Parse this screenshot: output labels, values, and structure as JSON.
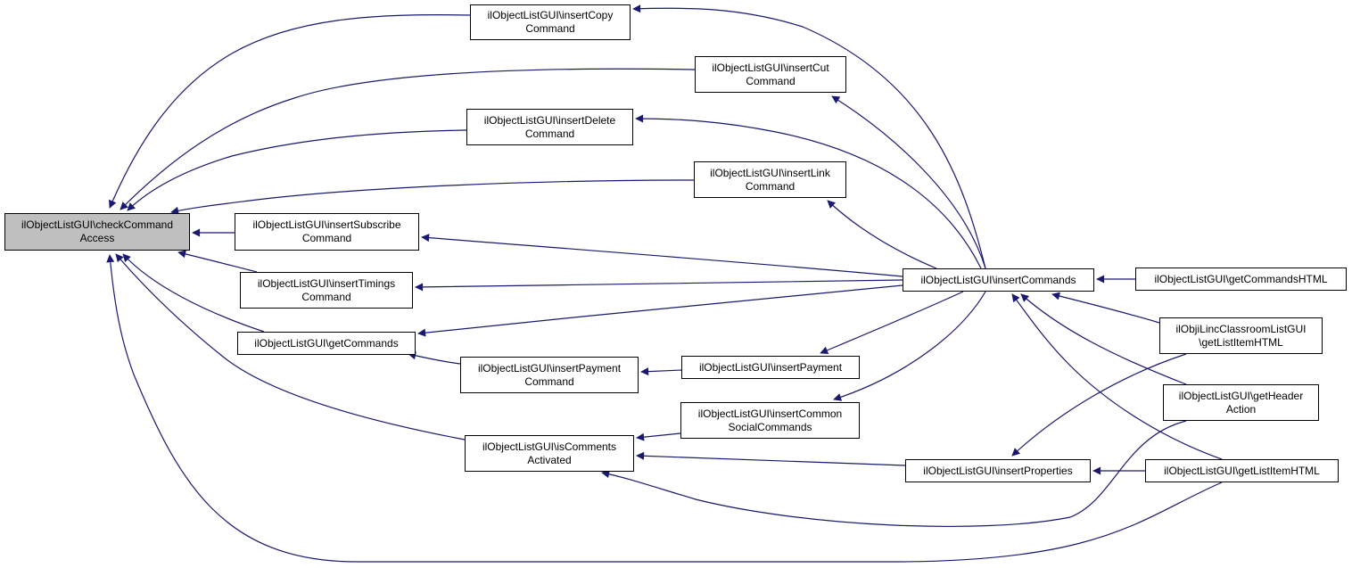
{
  "graph": {
    "type": "doxygen-caller-graph",
    "edge_color": "#191970",
    "root_fill": "#bfbfbf",
    "nodes": [
      {
        "id": "checkCommandAccess",
        "lines": [
          "ilObjectListGUI\\checkCommand",
          "Access"
        ],
        "root": true
      },
      {
        "id": "insertCopyCommand",
        "lines": [
          "ilObjectListGUI\\insertCopy",
          "Command"
        ]
      },
      {
        "id": "insertCutCommand",
        "lines": [
          "ilObjectListGUI\\insertCut",
          "Command"
        ]
      },
      {
        "id": "insertDeleteCommand",
        "lines": [
          "ilObjectListGUI\\insertDelete",
          "Command"
        ]
      },
      {
        "id": "insertLinkCommand",
        "lines": [
          "ilObjectListGUI\\insertLink",
          "Command"
        ]
      },
      {
        "id": "insertSubscribeCommand",
        "lines": [
          "ilObjectListGUI\\insertSubscribe",
          "Command"
        ]
      },
      {
        "id": "insertTimingsCommand",
        "lines": [
          "ilObjectListGUI\\insertTimings",
          "Command"
        ]
      },
      {
        "id": "getCommands",
        "lines": [
          "ilObjectListGUI\\getCommands"
        ]
      },
      {
        "id": "insertPaymentCommand",
        "lines": [
          "ilObjectListGUI\\insertPayment",
          "Command"
        ]
      },
      {
        "id": "insertPayment",
        "lines": [
          "ilObjectListGUI\\insertPayment"
        ]
      },
      {
        "id": "insertCommonSocialCommands",
        "lines": [
          "ilObjectListGUI\\insertCommon",
          "SocialCommands"
        ]
      },
      {
        "id": "isCommentsActivated",
        "lines": [
          "ilObjectListGUI\\isComments",
          "Activated"
        ]
      },
      {
        "id": "insertCommands",
        "lines": [
          "ilObjectListGUI\\insertCommands"
        ]
      },
      {
        "id": "insertProperties",
        "lines": [
          "ilObjectListGUI\\insertProperties"
        ]
      },
      {
        "id": "getCommandsHTML",
        "lines": [
          "ilObjectListGUI\\getCommandsHTML"
        ]
      },
      {
        "id": "iLincGetListItemHTML",
        "lines": [
          "ilObjiLincClassroomListGUI",
          "\\getListItemHTML"
        ]
      },
      {
        "id": "getHeaderAction",
        "lines": [
          "ilObjectListGUI\\getHeader",
          "Action"
        ]
      },
      {
        "id": "getListItemHTML",
        "lines": [
          "ilObjectListGUI\\getListItemHTML"
        ]
      }
    ],
    "edges": [
      {
        "from": "insertCopyCommand",
        "to": "checkCommandAccess"
      },
      {
        "from": "insertCutCommand",
        "to": "checkCommandAccess"
      },
      {
        "from": "insertDeleteCommand",
        "to": "checkCommandAccess"
      },
      {
        "from": "insertLinkCommand",
        "to": "checkCommandAccess"
      },
      {
        "from": "insertSubscribeCommand",
        "to": "checkCommandAccess"
      },
      {
        "from": "insertTimingsCommand",
        "to": "checkCommandAccess"
      },
      {
        "from": "getCommands",
        "to": "checkCommandAccess"
      },
      {
        "from": "isCommentsActivated",
        "to": "checkCommandAccess"
      },
      {
        "from": "getListItemHTML",
        "to": "checkCommandAccess"
      },
      {
        "from": "insertCommands",
        "to": "insertCopyCommand"
      },
      {
        "from": "insertCommands",
        "to": "insertCutCommand"
      },
      {
        "from": "insertCommands",
        "to": "insertDeleteCommand"
      },
      {
        "from": "insertCommands",
        "to": "insertLinkCommand"
      },
      {
        "from": "insertCommands",
        "to": "insertSubscribeCommand"
      },
      {
        "from": "insertCommands",
        "to": "insertTimingsCommand"
      },
      {
        "from": "insertCommands",
        "to": "getCommands"
      },
      {
        "from": "insertCommands",
        "to": "insertPayment"
      },
      {
        "from": "insertCommands",
        "to": "insertCommonSocialCommands"
      },
      {
        "from": "insertPaymentCommand",
        "to": "getCommands"
      },
      {
        "from": "insertPayment",
        "to": "insertPaymentCommand"
      },
      {
        "from": "insertCommonSocialCommands",
        "to": "isCommentsActivated"
      },
      {
        "from": "insertProperties",
        "to": "isCommentsActivated"
      },
      {
        "from": "getHeaderAction",
        "to": "isCommentsActivated"
      },
      {
        "from": "getCommandsHTML",
        "to": "insertCommands"
      },
      {
        "from": "iLincGetListItemHTML",
        "to": "insertCommands"
      },
      {
        "from": "getHeaderAction",
        "to": "insertCommands"
      },
      {
        "from": "getListItemHTML",
        "to": "insertCommands"
      },
      {
        "from": "iLincGetListItemHTML",
        "to": "insertProperties"
      },
      {
        "from": "getListItemHTML",
        "to": "insertProperties"
      }
    ]
  }
}
